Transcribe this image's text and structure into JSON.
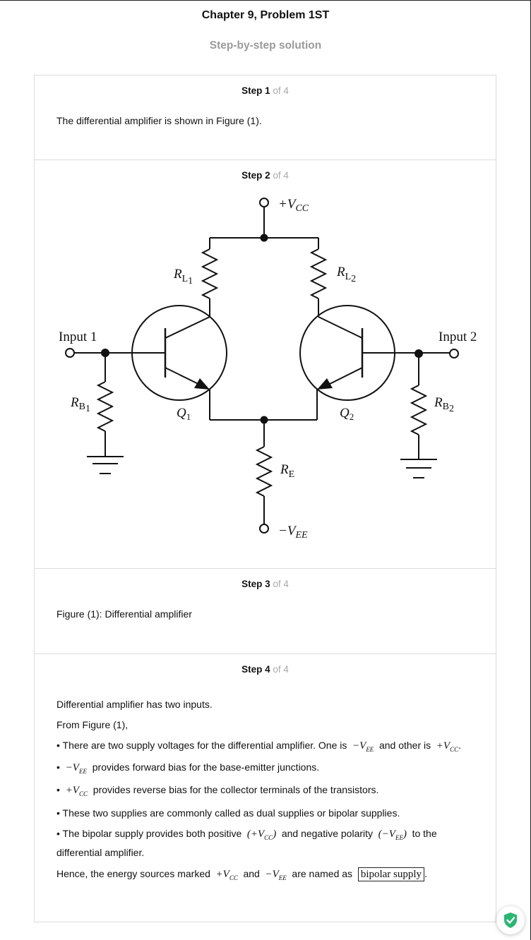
{
  "header": {
    "title": "Chapter 9, Problem 1ST",
    "subtitle": "Step-by-step solution"
  },
  "steps": [
    {
      "label": "Step 1",
      "of": "of 4",
      "text": "The differential amplifier is shown in Figure (1)."
    },
    {
      "label": "Step 2",
      "of": "of 4"
    },
    {
      "label": "Step 3",
      "of": "of 4",
      "text": "Figure (1): Differential amplifier"
    },
    {
      "label": "Step 4",
      "of": "of 4"
    }
  ],
  "step4": {
    "line1": "Differential amplifier has two inputs.",
    "line2": "From Figure (1),",
    "bullet1_a": "• There are two supply voltages for the differential amplifier. One is",
    "bullet1_b": "and other is",
    "bullet2": "provides forward bias for the base-emitter junctions.",
    "bullet3": "provides reverse bias for the collector terminals of the transistors.",
    "bullet4": "• These two supplies are commonly called as dual supplies or bipolar supplies.",
    "bullet5_a": "• The bipolar supply provides both positive",
    "bullet5_b": "and negative polarity",
    "bullet5_c": "to the",
    "bullet5_d": "differential amplifier.",
    "conclusion_a": "Hence, the energy sources marked",
    "conclusion_b": "and",
    "conclusion_c": "are named as",
    "answer": "bipolar supply"
  },
  "circuit": {
    "input1": "Input 1",
    "input2": "Input 2",
    "vcc": "+V",
    "vcc_sub": "CC",
    "vee": "−V",
    "vee_sub": "EE",
    "rl1": "R",
    "rl1_sub": "L",
    "rl1_sub2": "1",
    "rl2": "R",
    "rl2_sub": "L",
    "rl2_sub2": "2",
    "rb1": "R",
    "rb1_sub": "B",
    "rb1_sub2": "1",
    "rb2": "R",
    "rb2_sub": "B",
    "rb2_sub2": "2",
    "re": "R",
    "re_sub": "E",
    "q1": "Q",
    "q1_sub": "1",
    "q2": "Q",
    "q2_sub": "2"
  },
  "badge": {
    "icon": "shield-check-icon",
    "color": "#2bb673"
  }
}
